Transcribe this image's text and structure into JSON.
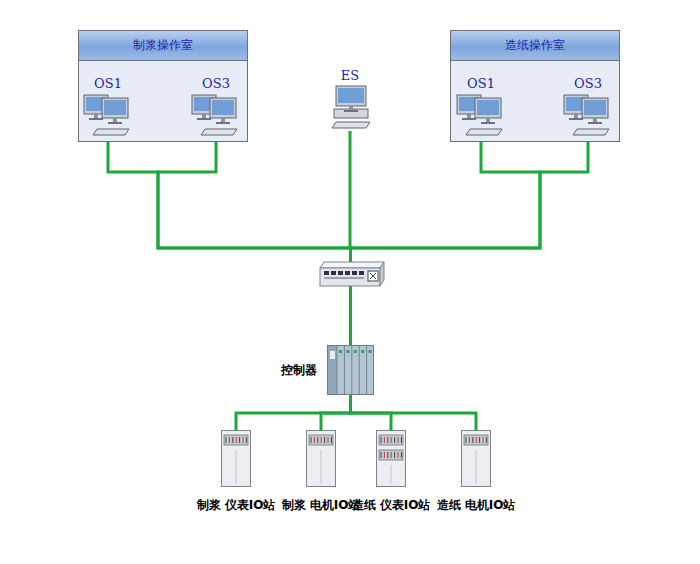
{
  "diagram": {
    "nodes": [
      {
        "text": [
          "制浆操作室"
        ]
      },
      {
        "text": [
          "OS1"
        ],
        "in": 0
      },
      {
        "text": [
          "OS3"
        ],
        "in": 0
      },
      {
        "text": [
          "ES"
        ]
      },
      {
        "text": [
          "造纸操作室"
        ]
      },
      {
        "text": [
          "OS1"
        ],
        "in": 4
      },
      {
        "text": [
          "OS3"
        ],
        "in": 4
      },
      {
        "text": [
          "控制器"
        ]
      },
      {
        "text": [
          "制浆 仪表IO站"
        ]
      },
      {
        "text": [
          "制浆 电机IO站"
        ]
      },
      {
        "text": [
          "造纸 仪表IO站"
        ]
      },
      {
        "text": [
          "造纸 电机IO站"
        ]
      }
    ],
    "edges": [
      {
        "from": 1,
        "to": 7,
        "arrow": "none"
      },
      {
        "from": 2,
        "to": 7,
        "arrow": "none"
      },
      {
        "from": 3,
        "to": 7,
        "arrow": "none"
      },
      {
        "from": 5,
        "to": 7,
        "arrow": "none"
      },
      {
        "from": 6,
        "to": 7,
        "arrow": "none"
      },
      {
        "from": 7,
        "to": 8,
        "arrow": "none"
      },
      {
        "from": 7,
        "to": 9,
        "arrow": "none"
      },
      {
        "from": 7,
        "to": 10,
        "arrow": "none"
      },
      {
        "from": 7,
        "to": 11,
        "arrow": "none"
      }
    ]
  }
}
